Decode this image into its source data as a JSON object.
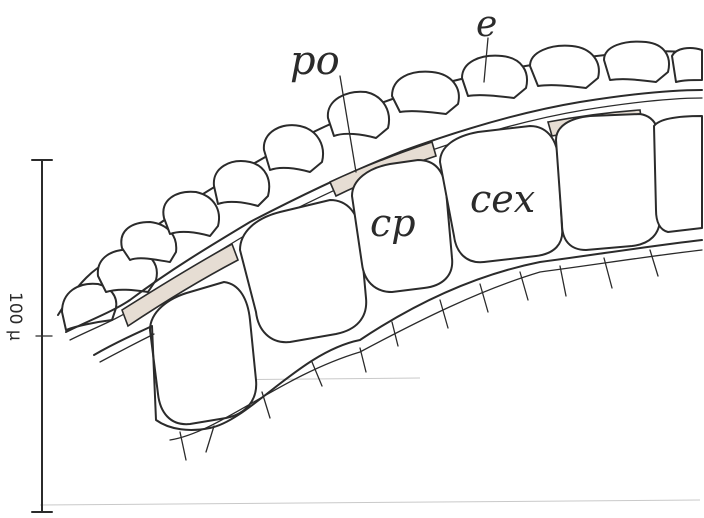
{
  "labels": {
    "po": "po",
    "e": "e",
    "cp": "cp",
    "cex": "cex"
  },
  "scale_bar": {
    "text": "100 µ"
  },
  "colors": {
    "ink": "#2b2b2b",
    "stipple": "#e6ddd3",
    "paper": "#ffffff"
  }
}
